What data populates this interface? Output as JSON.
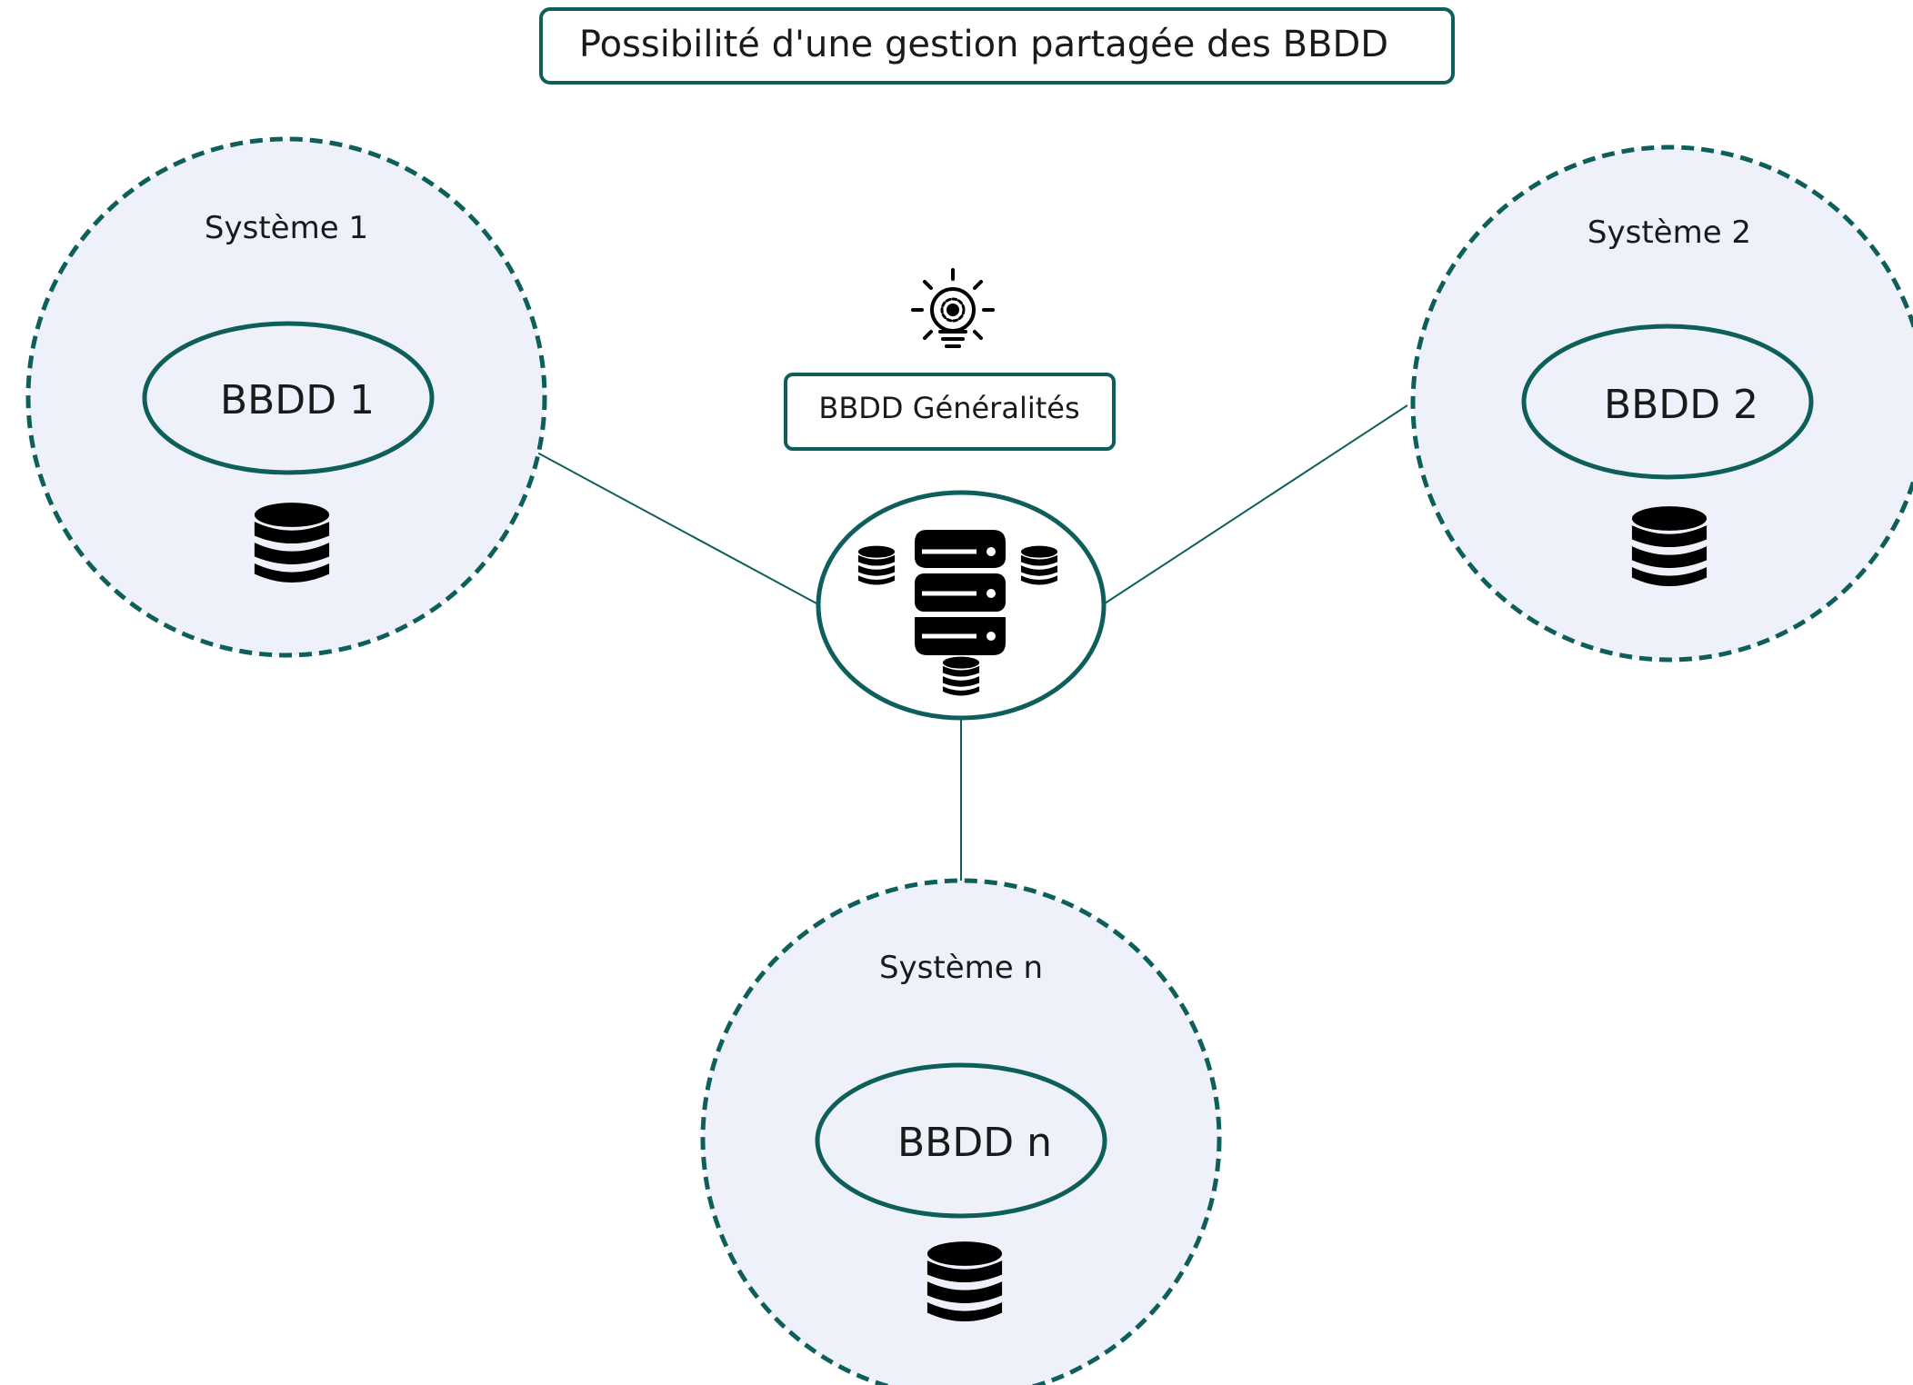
{
  "title": "Possibilité d'une gestion partagée des BBDD",
  "central": {
    "label": "BBDD Généralités",
    "lightbulb_icon": "lightbulb-gear-icon",
    "main_icon": "database-server-icon",
    "small_icons": "database-icon"
  },
  "systems": [
    {
      "id": "1",
      "label": "Système 1",
      "db_label": "BBDD 1",
      "icon": "database-icon"
    },
    {
      "id": "2",
      "label": "Système 2",
      "db_label": "BBDD 2",
      "icon": "database-icon"
    },
    {
      "id": "n",
      "label": "Système n",
      "db_label": "BBDD n",
      "icon": "database-icon"
    }
  ],
  "colors": {
    "accent": "#0e5f5b",
    "system_fill": "#eef1fa",
    "icon": "#000000"
  }
}
